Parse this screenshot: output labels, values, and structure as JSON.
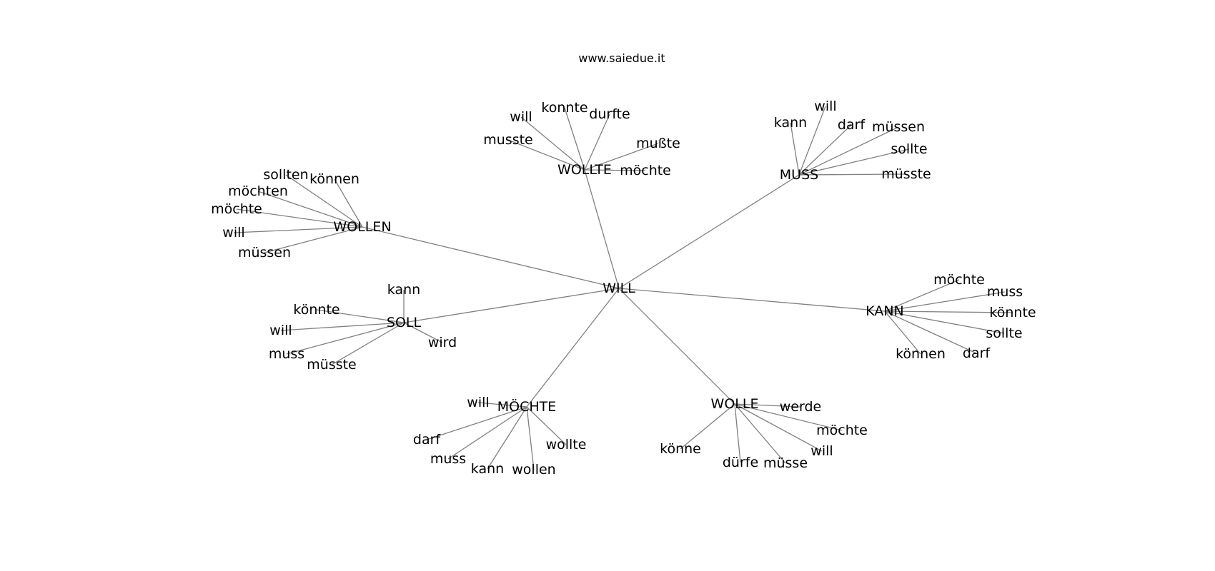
{
  "header": {
    "site": "www.saiedue.it"
  },
  "graph": {
    "center": "WILL",
    "hubs": [
      {
        "id": "WOLLTE",
        "label": "WOLLTE",
        "leaves": [
          "will",
          "konnte",
          "durfte",
          "musste",
          "mußte",
          "möchte"
        ]
      },
      {
        "id": "MUSS",
        "label": "MUSS",
        "leaves": [
          "will",
          "kann",
          "darf",
          "müssen",
          "sollte",
          "müsste"
        ]
      },
      {
        "id": "WOLLEN",
        "label": "WOLLEN",
        "leaves": [
          "sollten",
          "können",
          "möchten",
          "möchte",
          "will",
          "müssen"
        ]
      },
      {
        "id": "SOLL",
        "label": "SOLL",
        "leaves": [
          "kann",
          "könnte",
          "will",
          "muss",
          "müsste",
          "wird"
        ]
      },
      {
        "id": "KANN",
        "label": "KANN",
        "leaves": [
          "möchte",
          "muss",
          "könnte",
          "sollte",
          "können",
          "darf"
        ]
      },
      {
        "id": "MOECHTE",
        "label": "MÖCHTE",
        "leaves": [
          "will",
          "darf",
          "muss",
          "kann",
          "wollen",
          "wollte"
        ]
      },
      {
        "id": "WOLLE",
        "label": "WOLLE",
        "leaves": [
          "werde",
          "möchte",
          "will",
          "könne",
          "dürfe",
          "müsse"
        ]
      }
    ]
  }
}
